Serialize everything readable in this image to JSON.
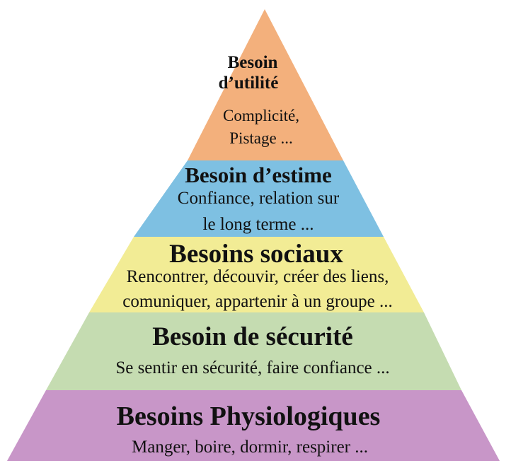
{
  "levels": [
    {
      "id": "utilite",
      "title_lines": [
        "Besoin",
        "d’utilité"
      ],
      "desc_lines": [
        "Complicité,",
        "Pistage ..."
      ],
      "color": "#f3b07c"
    },
    {
      "id": "estime",
      "title_lines": [
        "Besoin d’estime"
      ],
      "desc_lines": [
        "Confiance, relation sur",
        "le long terme ..."
      ],
      "color": "#7ec0e2"
    },
    {
      "id": "sociaux",
      "title_lines": [
        "Besoins sociaux"
      ],
      "desc_lines": [
        "Rencontrer, découvir, créer des liens,",
        "comuniquer, appartenir à un groupe ..."
      ],
      "color": "#f2ec95"
    },
    {
      "id": "securite",
      "title_lines": [
        "Besoin de sécurité"
      ],
      "desc_lines": [
        "Se sentir en sécurité, faire confiance ..."
      ],
      "color": "#c5dcb1"
    },
    {
      "id": "physio",
      "title_lines": [
        "Besoins Physiologiques"
      ],
      "desc_lines": [
        "Manger, boire, dormir, respirer ..."
      ],
      "color": "#c896c8"
    }
  ]
}
